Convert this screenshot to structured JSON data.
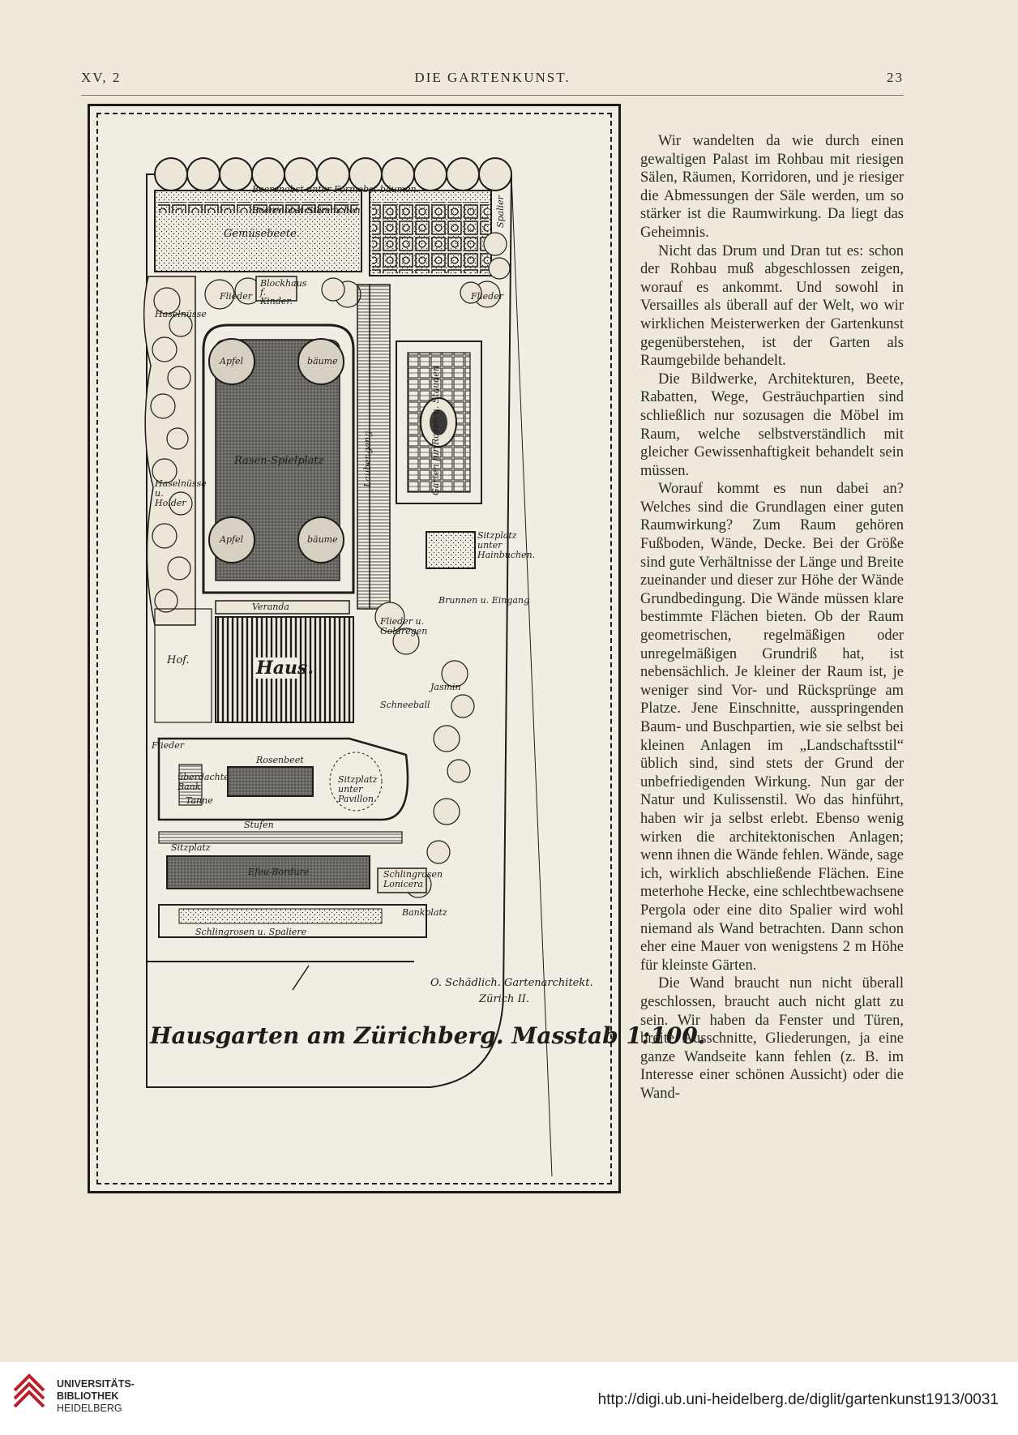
{
  "header": {
    "volume": "XV, 2",
    "journal": "DIE GARTENKUNST.",
    "page_number": "23"
  },
  "plan": {
    "caption": "Hausgarten am Zürichberg. Masstab 1:100.",
    "signature_name": "O. Schädlich. Gartenarchitekt.",
    "signature_place": "Zürich II.",
    "labels": {
      "beerenobst": "Beerenobst unter Formobst-bäumen.",
      "beerenobst_2": "Beerenobst-Stämmchen",
      "gemuesebeete": "Gemüsebeete.",
      "blockhaus": "Blockhaus f. Kinder.",
      "flieder_top": "Flieder",
      "flieder_right": "Flieder",
      "haselnuesse": "Haselnüsse",
      "garten_fuer_rosen": "Garten für Rosen u. Stauden",
      "spalier": "Spalier",
      "rasen_spielplatz": "Rasen-Spielplatz",
      "apfel_1": "Apfel",
      "baeume_1": "bäume",
      "apfel_2": "Apfel",
      "baeume_2": "bäume",
      "pergola": "Laubengang",
      "haselnuesse_holder": "Haselnüsse u. Holder",
      "sitzplatz_hainbuchen": "Sitzplatz unter Hainbuchen.",
      "veranda": "Veranda",
      "haus": "Haus.",
      "hof": "Hof.",
      "brunnen": "Brunnen u. Eingang",
      "flieder_goldregen": "Flieder u. Goldregen",
      "jasmin": "Jasmin",
      "schneeball": "Schneeball",
      "flieder_left": "Flieder",
      "ueberdachte_bank": "überdachte Bank",
      "tanne": "Tanne",
      "rosenbeet": "Rosenbeet",
      "sitzplatz_pavillon": "Sitzplatz unter Pavillon",
      "stufen": "Stufen",
      "sitzplatz_lower": "Sitzplatz",
      "efeu_bordure": "Efeu-Bordure",
      "schlingrosen_lonicera": "Schlingrosen Lonicera",
      "bankplatz": "Bankplatz",
      "schlingrosen_spalier": "Schlingrosen u. Spaliere"
    }
  },
  "body": {
    "paragraphs": [
      "Wir wandelten da wie durch einen gewaltigen Palast im Rohbau mit riesigen Sälen, Räumen, Korridoren, und je riesiger die Abmessungen der Säle werden, um so stärker ist die Raumwirkung. Da liegt das Geheimnis.",
      "Nicht das Drum und Dran tut es: schon der Rohbau muß abgeschlossen zeigen, worauf es ankommt. Und sowohl in Versailles als überall auf der Welt, wo wir wirklichen Meisterwerken der Gartenkunst gegenüberstehen, ist der Garten als Raumgebilde behandelt.",
      "Die Bildwerke, Architekturen, Beete, Rabatten, Wege, Gesträuchpartien sind schließlich nur sozusagen die Möbel im Raum, welche selbstverständlich mit gleicher Gewissenhaftigkeit behandelt sein müssen.",
      "Worauf kommt es nun dabei an? Welches sind die Grundlagen einer guten Raumwirkung? Zum Raum gehören Fußboden, Wände, Decke. Bei der Größe sind gute Verhältnisse der Länge und Breite zueinander und dieser zur Höhe der Wände Grundbedingung. Die Wände müssen klare bestimmte Flächen bieten. Ob der Raum geometrischen, regelmäßigen oder unregelmäßigen Grundriß hat, ist nebensächlich. Je kleiner der Raum ist, je weniger sind Vor- und Rücksprünge am Platze. Jene Einschnitte, ausspringenden Baum- und Buschpartien, wie sie selbst bei kleinen Anlagen im „Landschaftsstil“ üblich sind, sind stets der Grund der unbefriedigenden Wirkung. Nun gar der Natur und Kulissenstil. Wo das hinführt, haben wir ja selbst erlebt. Ebenso wenig wirken die architektonischen Anlagen; wenn ihnen die Wände fehlen. Wände, sage ich, wirklich abschließende Flächen. Eine meterhohe Hecke, eine schlechtbewachsene Pergola oder eine dito Spalier wird wohl niemand als Wand betrachten. Dann schon eher eine Mauer von wenigstens 2 m Höhe für kleinste Gärten.",
      "Die Wand braucht nun nicht überall geschlossen, braucht auch nicht glatt zu sein. Wir haben da Fenster und Türen, breite Ausschnitte, Gliederungen, ja eine ganze Wandseite kann fehlen (z. B. im Interesse einer schönen Aussicht) oder die Wand-"
    ]
  },
  "footer": {
    "library_line1": "UNIVERSITÄTS-",
    "library_line2": "BIBLIOTHEK",
    "library_line3": "HEIDELBERG",
    "url": "http://digi.ub.uni-heidelberg.de/diglit/gartenkunst1913/0031"
  },
  "colors": {
    "paper": "#efe9dc",
    "ink": "#1d1c1a",
    "text": "#2b2a27",
    "logo_red": "#b8202a"
  }
}
